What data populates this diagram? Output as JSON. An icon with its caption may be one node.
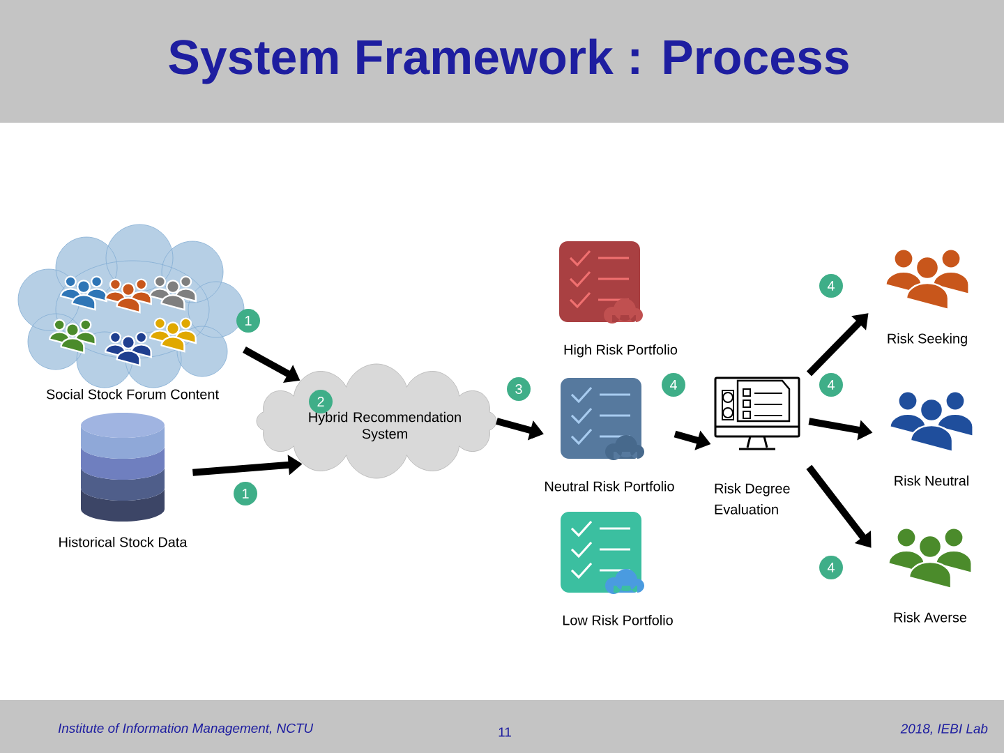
{
  "diagram": {
    "title": "System Framework : Process",
    "nodes": [
      {
        "text": [
          "Social Stock Forum Content"
        ]
      },
      {
        "text": [
          "Historical Stock Data"
        ]
      },
      {
        "text": [
          "2",
          "Hybrid Recommendation System"
        ]
      },
      {
        "text": [
          "High Risk Portfolio"
        ]
      },
      {
        "text": [
          "Neutral Risk Portfolio"
        ]
      },
      {
        "text": [
          "Low Risk Portfolio"
        ]
      },
      {
        "text": [
          "Risk Degree Evaluation"
        ]
      },
      {
        "text": [
          "Risk Seeking"
        ]
      },
      {
        "text": [
          "Risk Neutral"
        ]
      },
      {
        "text": [
          "Risk Averse"
        ]
      }
    ],
    "edges": [
      {
        "from": 0,
        "to": 2,
        "arrow": "to",
        "label": "1"
      },
      {
        "from": 1,
        "to": 2,
        "arrow": "to",
        "label": "1"
      },
      {
        "from": 2,
        "to": 4,
        "arrow": "to",
        "label": "3"
      },
      {
        "from": 4,
        "to": 6,
        "arrow": "to",
        "label": "4"
      },
      {
        "from": 6,
        "to": 7,
        "arrow": "to",
        "label": "4"
      },
      {
        "from": 6,
        "to": 8,
        "arrow": "to",
        "label": "4"
      },
      {
        "from": 6,
        "to": 9,
        "arrow": "to",
        "label": "4"
      }
    ],
    "labels": [
      "Institute of Information Management, NCTU",
      "11",
      "2018, IEBI Lab"
    ]
  }
}
